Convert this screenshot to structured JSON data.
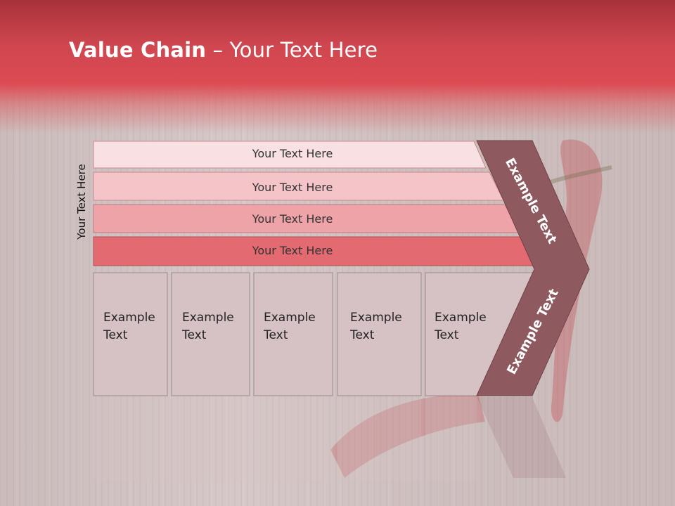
{
  "slide": {
    "title_bold": "Value Chain",
    "title_rest": " – Your Text Here",
    "side_label": "Your Text Here"
  },
  "rows": [
    {
      "label": "Your Text Here",
      "color": "#f9e1e3"
    },
    {
      "label": "Your Text Here",
      "color": "#f4c4c8"
    },
    {
      "label": "Your Text Here",
      "color": "#eda3a8"
    },
    {
      "label": "Your Text Here",
      "color": "#e36a70"
    }
  ],
  "cells": [
    {
      "line1": "Example",
      "line2": "Text"
    },
    {
      "line1": "Example",
      "line2": "Text"
    },
    {
      "line1": "Example",
      "line2": "Text"
    },
    {
      "line1": "Example",
      "line2": "Text"
    },
    {
      "line1": "Example",
      "line2": "Text"
    }
  ],
  "arrow": {
    "upper_text": "Example Text",
    "lower_text": "Example Text",
    "color": "#8e5a5f"
  },
  "colors": {
    "header": "#dc4a52",
    "cell_fill": "#d6c2c4",
    "cell_border": "#9c8c8c"
  }
}
